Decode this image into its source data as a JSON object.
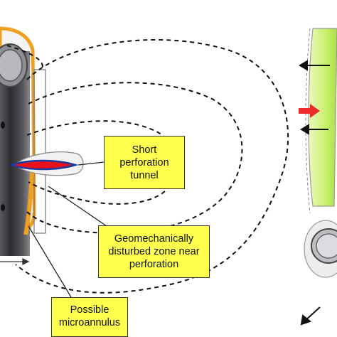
{
  "callouts": {
    "short_perforation_tunnel": [
      "Short",
      "perforation",
      "tunnel"
    ],
    "geomechanically_disturbed_zone": [
      "Geomechanically",
      "disturbed zone near",
      "perforation"
    ],
    "possible_microannulus": [
      "Possible",
      "microannulus"
    ]
  },
  "colors": {
    "casing_dark": "#3a3a3e",
    "casing_light": "#8a8a90",
    "cement_orange": "#f0a020",
    "callout_fill": "#ffff4d",
    "tunnel_red": "#e8101a",
    "tunnel_blue": "#1a3aa0",
    "arrow_red": "#ee2a2a",
    "green_zone": "#c8f06a"
  },
  "icons": [
    "right-arrow-red",
    "left-arrow-black",
    "diagonal-arrow-black"
  ]
}
